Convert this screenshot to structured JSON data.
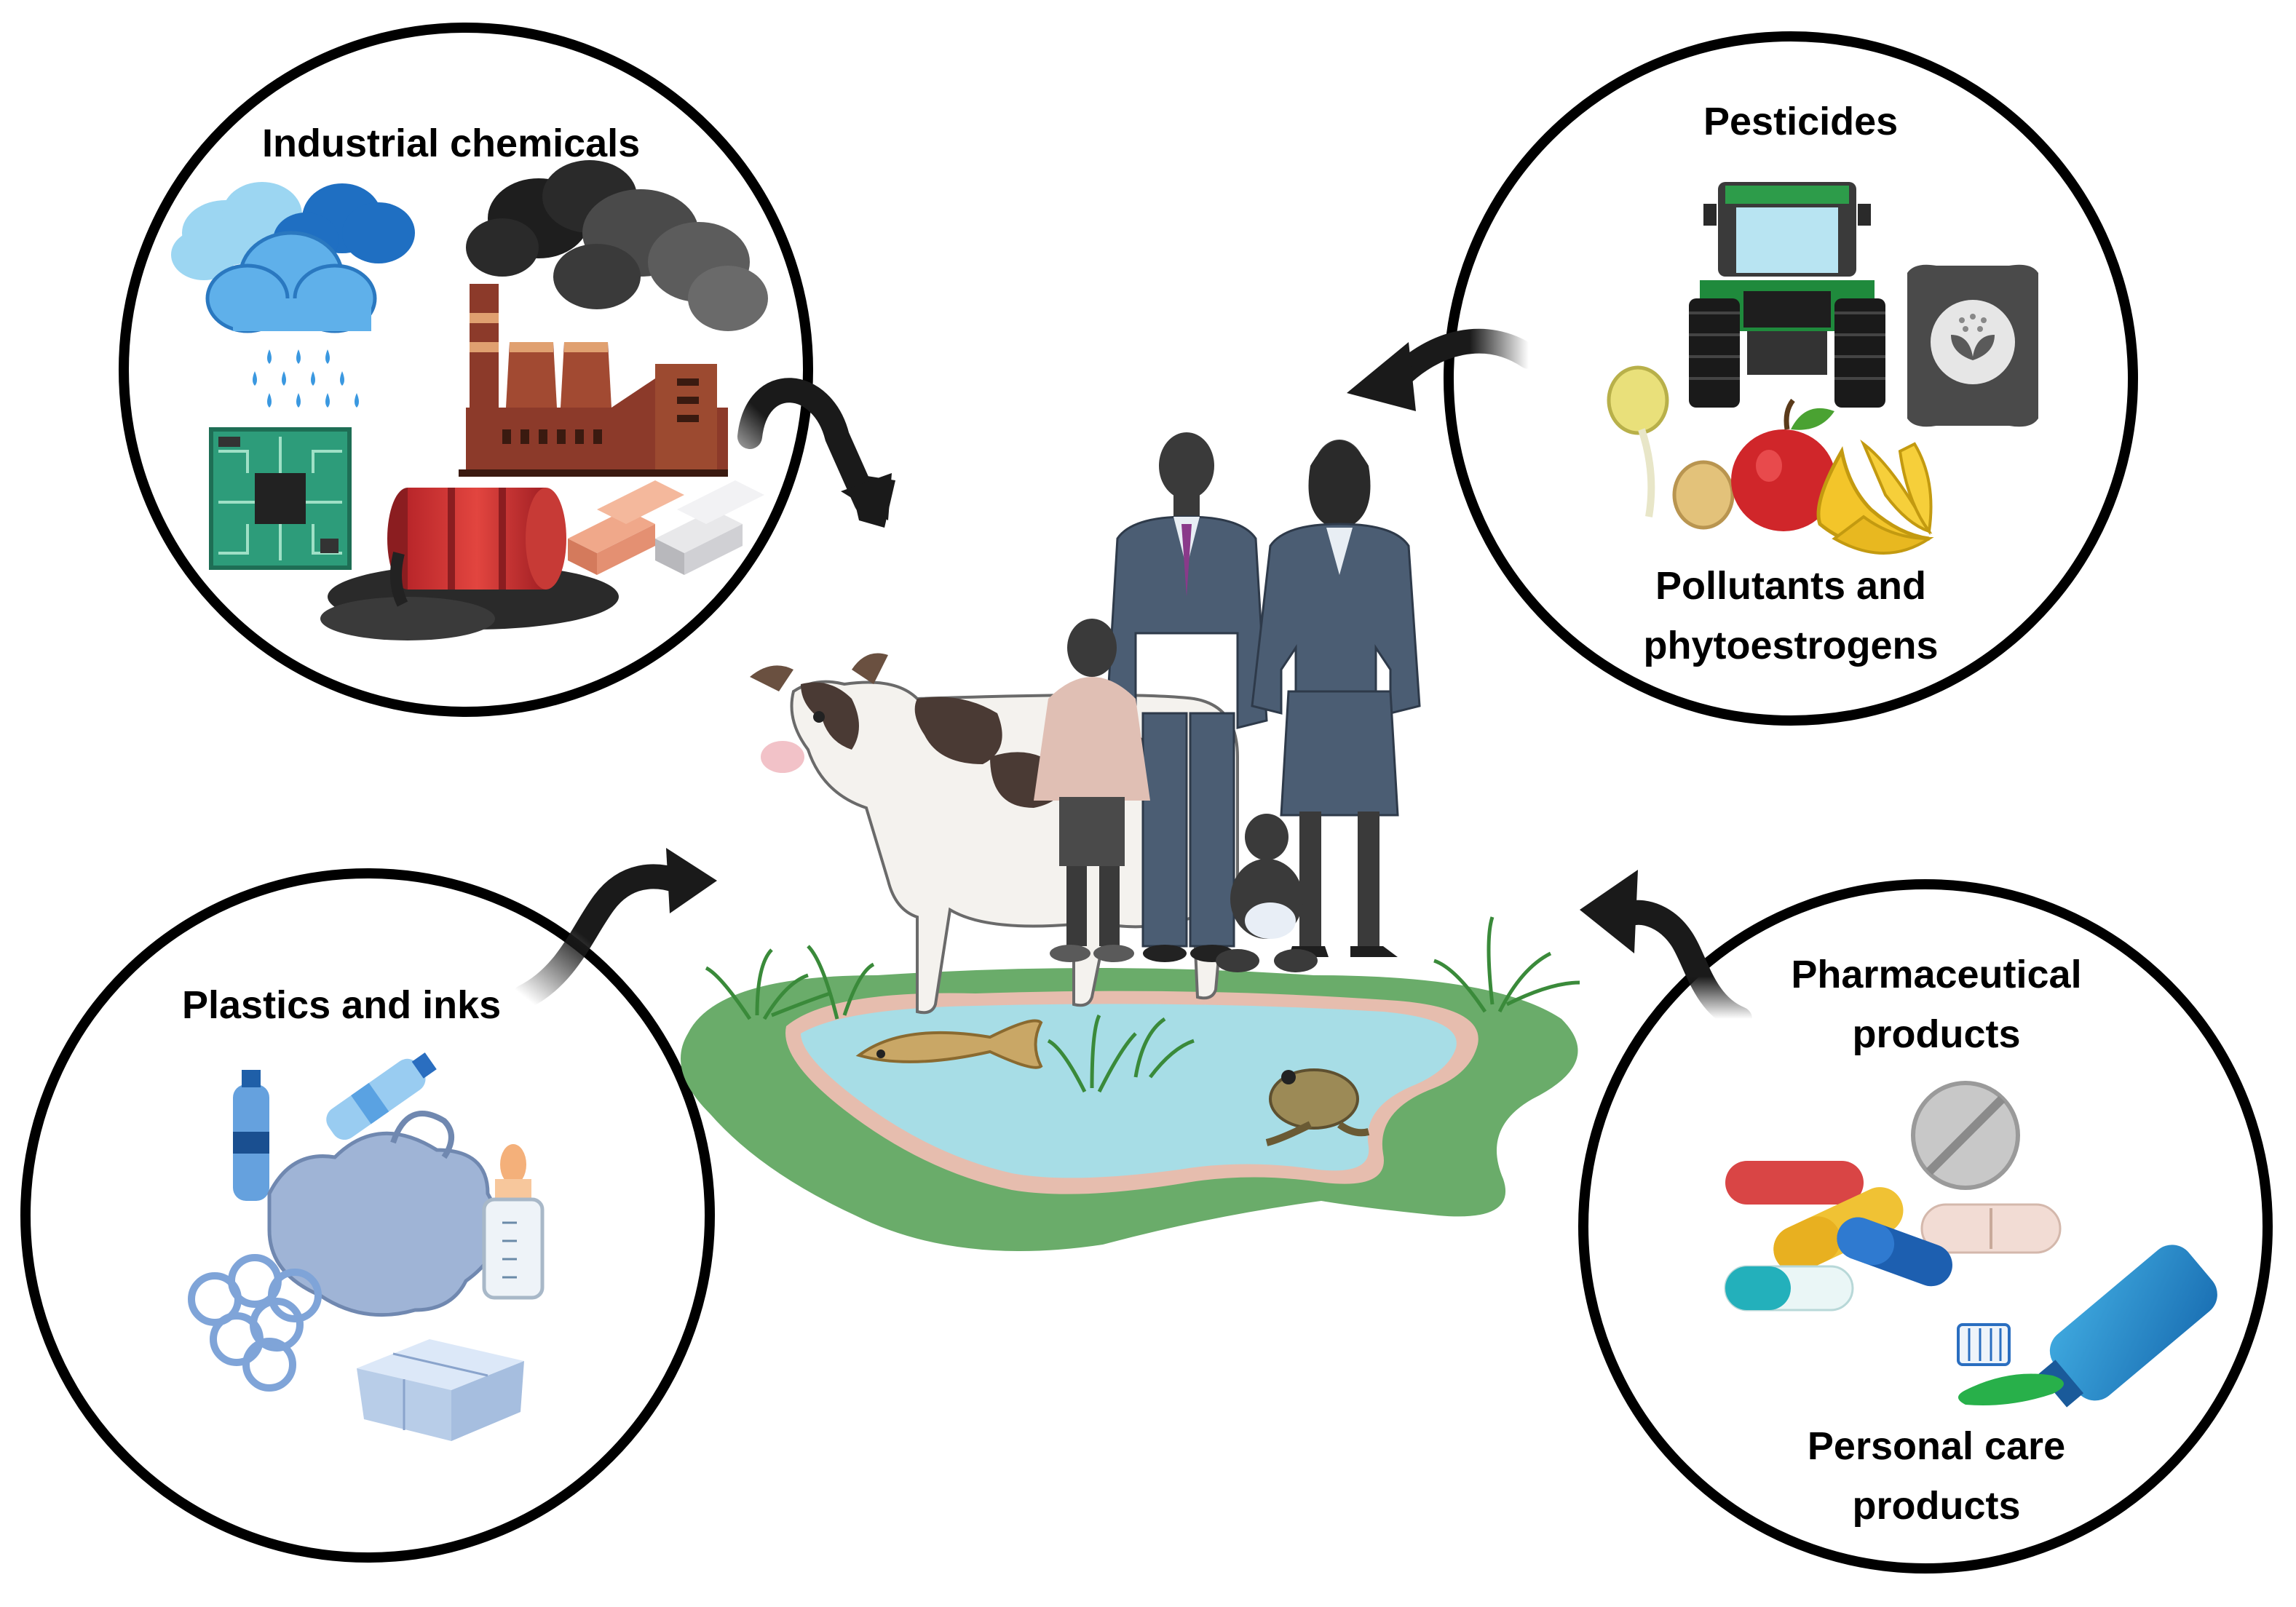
{
  "sources": {
    "industrial": {
      "title": "Industrial chemicals"
    },
    "pesticides": {
      "title": "Pesticides",
      "subtitle_line1": "Pollutants and",
      "subtitle_line2": "phytoestrogens"
    },
    "plastics": {
      "title": "Plastics and inks"
    },
    "pharma": {
      "title_line1": "Pharmaceutical",
      "title_line2": "products",
      "subtitle_line1": "Personal care",
      "subtitle_line2": "products"
    }
  },
  "icons": [
    "cloud-rain-icon",
    "factory-icon",
    "circuit-board-icon",
    "oil-barrel-icon",
    "metal-ingots-icon",
    "tractor-icon",
    "fertilizer-bag-icon",
    "soybean-sprout-icon",
    "apple-icon",
    "banana-icon",
    "plastic-bottle-icon",
    "plastic-bag-icon",
    "six-pack-ring-icon",
    "baby-bottle-icon",
    "yogurt-cups-icon",
    "pills-icon",
    "lotion-tube-icon",
    "cow-icon",
    "family-icon",
    "fish-icon",
    "frog-icon",
    "pond-icon",
    "arrow-icon"
  ],
  "colors": {
    "outline": "#000000",
    "pond_water": "#a7dde6",
    "pond_grass": "#6aac6a",
    "suit": "#4b5d73",
    "arrow": "#1a1a1a"
  }
}
